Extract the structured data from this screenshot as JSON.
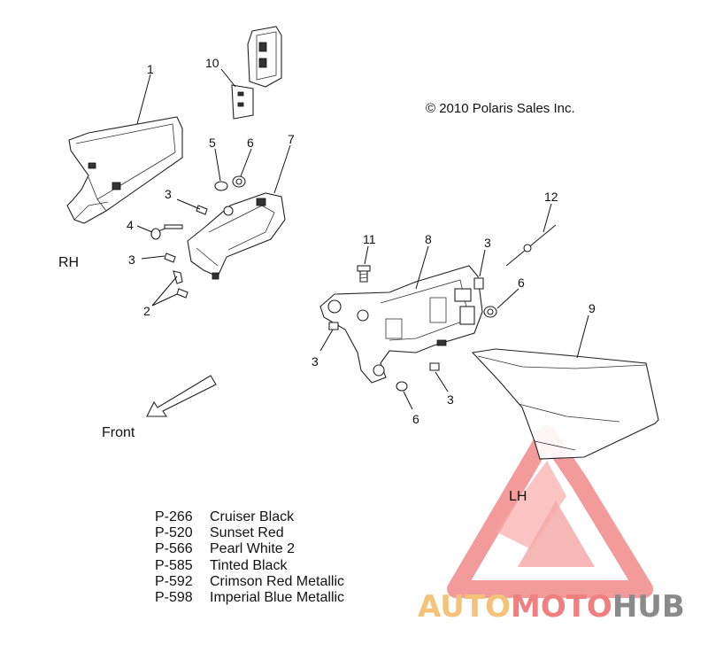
{
  "copyright": "© 2010 Polaris Sales Inc.",
  "sides": {
    "rh": "RH",
    "lh": "LH"
  },
  "direction": {
    "front": "Front"
  },
  "callouts": {
    "c1": "1",
    "c2": "2",
    "c3a": "3",
    "c3b": "3",
    "c3c": "3",
    "c3d": "3",
    "c3e": "3",
    "c4": "4",
    "c5": "5",
    "c6a": "6",
    "c6b": "6",
    "c6c": "6",
    "c7": "7",
    "c8": "8",
    "c9": "9",
    "c10": "10",
    "c11": "11",
    "c12": "12"
  },
  "legend": [
    {
      "code": "P-266",
      "color": "Cruiser Black"
    },
    {
      "code": "P-520",
      "color": "Sunset Red"
    },
    {
      "code": "P-566",
      "color": "Pearl White 2"
    },
    {
      "code": "P-585",
      "color": "Tinted Black"
    },
    {
      "code": "P-592",
      "color": "Crimson Red Metallic"
    },
    {
      "code": "P-598",
      "color": "Imperial Blue Metallic"
    }
  ],
  "watermark": {
    "part1": "AUTO",
    "part2": "MOTO",
    "part3": "HUB",
    "color1": "#f5c27a",
    "color2": "#f08080",
    "color3": "#8a8a8a"
  }
}
